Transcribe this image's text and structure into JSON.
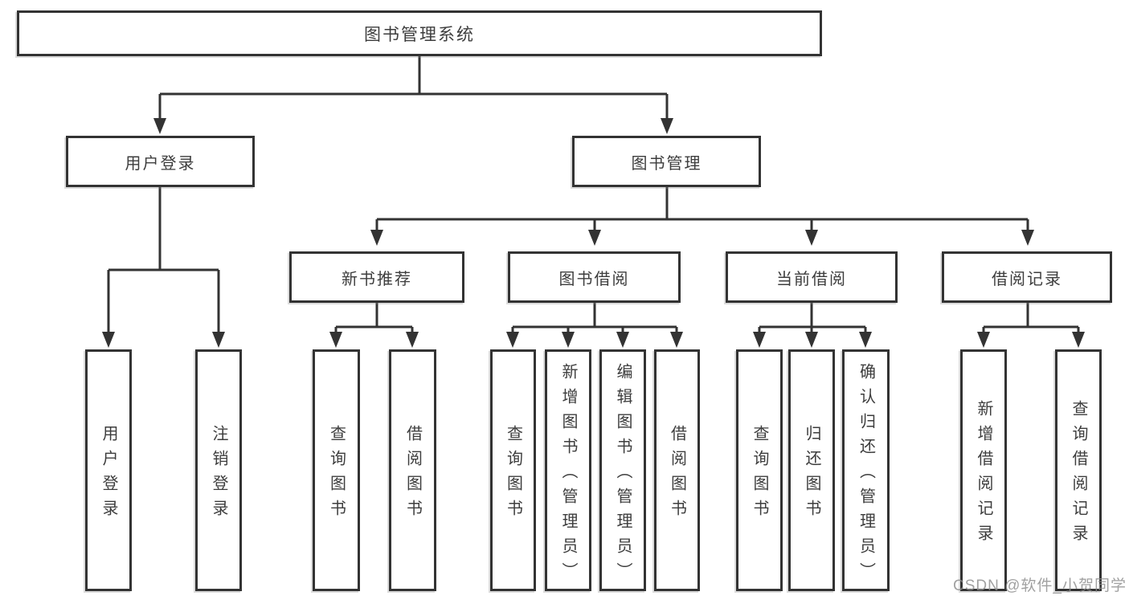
{
  "colors": {
    "line": "#333333",
    "box_border": "#333333",
    "box_fill": "#ffffff",
    "text": "#3d3d3d",
    "watermark_text": "#8c8c8c",
    "background": "#ffffff"
  },
  "watermark": {
    "text": "CSDN @软件_小贺同学"
  },
  "tree": {
    "root": {
      "label": "图书管理系统"
    },
    "branches": [
      {
        "label": "用户登录",
        "children": [
          {
            "label": "用户登录"
          },
          {
            "label": "注销登录"
          }
        ]
      },
      {
        "label": "图书管理",
        "children": [
          {
            "label": "新书推荐",
            "children": [
              {
                "label": "查询图书"
              },
              {
                "label": "借阅图书"
              }
            ]
          },
          {
            "label": "图书借阅",
            "children": [
              {
                "label": "查询图书"
              },
              {
                "label": "新增图书（管理员）"
              },
              {
                "label": "编辑图书（管理员）"
              },
              {
                "label": "借阅图书"
              }
            ]
          },
          {
            "label": "当前借阅",
            "children": [
              {
                "label": "查询图书"
              },
              {
                "label": "归还图书"
              },
              {
                "label": "确认归还（管理员）"
              }
            ]
          },
          {
            "label": "借阅记录",
            "children": [
              {
                "label": "新增借阅记录"
              },
              {
                "label": "查询借阅记录"
              }
            ]
          }
        ]
      }
    ]
  }
}
